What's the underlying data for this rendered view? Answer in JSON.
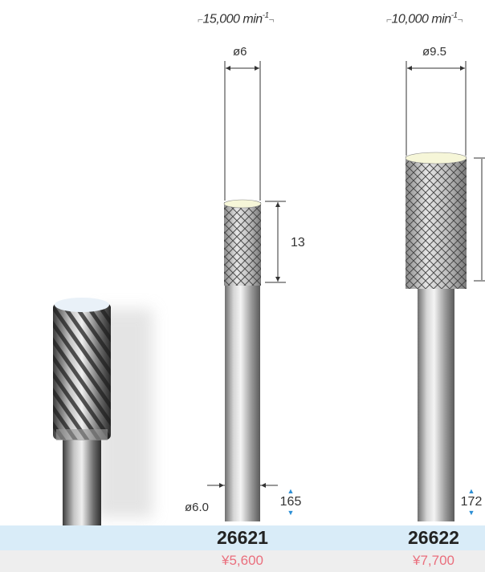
{
  "products": [
    {
      "speed": "15,000",
      "speed_unit": "min",
      "speed_exp": "-1",
      "head_diameter": "ø6",
      "head_length": "13",
      "shank_diameter": "ø6.0",
      "total_length": "165",
      "code": "26621",
      "price": "¥5,600"
    },
    {
      "speed": "10,000",
      "speed_unit": "min",
      "speed_exp": "-1",
      "head_diameter": "ø9.5",
      "total_length": "172",
      "code": "26622",
      "price": "¥7,700"
    }
  ],
  "colors": {
    "code_band": "#d9ecf8",
    "price_band": "#eeeeee",
    "price_text": "#ea6f7d",
    "length_arrow": "#2d8fd4"
  }
}
